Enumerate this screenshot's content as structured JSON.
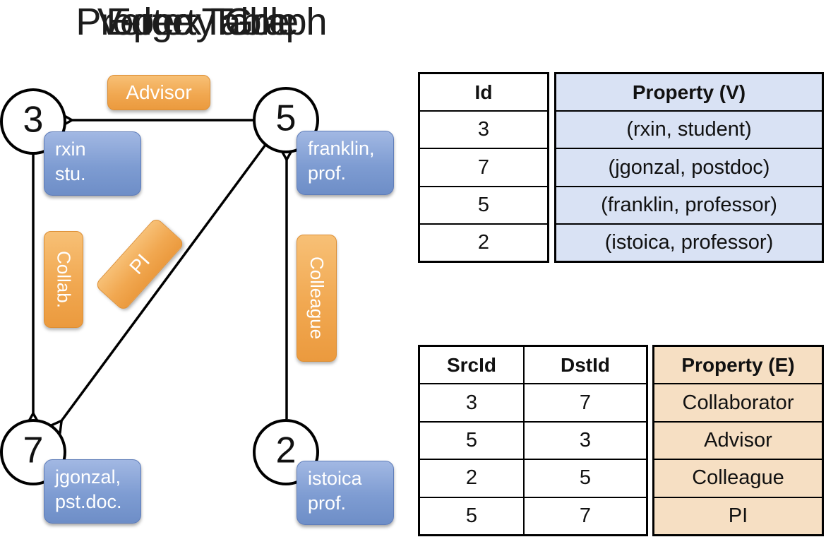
{
  "titles": {
    "graph": "Property Graph",
    "vertex_table": "Vertex Table",
    "edge_table": "Edge Table"
  },
  "graph": {
    "vertices": [
      {
        "id": "3",
        "prop_line1": "rxin",
        "prop_line2": "stu."
      },
      {
        "id": "5",
        "prop_line1": "franklin,",
        "prop_line2": "prof."
      },
      {
        "id": "7",
        "prop_line1": "jgonzal,",
        "prop_line2": "pst.doc."
      },
      {
        "id": "2",
        "prop_line1": "istoica",
        "prop_line2": "prof."
      }
    ],
    "edge_labels": {
      "advisor": "Advisor",
      "collab": "Collab.",
      "pi": "PI",
      "colleague": "Colleague"
    }
  },
  "vertex_table": {
    "headers": {
      "id": "Id",
      "property": "Property (V)"
    },
    "rows": [
      {
        "id": "3",
        "property": "(rxin, student)"
      },
      {
        "id": "7",
        "property": "(jgonzal, postdoc)"
      },
      {
        "id": "5",
        "property": "(franklin, professor)"
      },
      {
        "id": "2",
        "property": "(istoica, professor)"
      }
    ]
  },
  "edge_table": {
    "headers": {
      "src": "SrcId",
      "dst": "DstId",
      "property": "Property (E)"
    },
    "rows": [
      {
        "src": "3",
        "dst": "7",
        "property": "Collaborator"
      },
      {
        "src": "5",
        "dst": "3",
        "property": "Advisor"
      },
      {
        "src": "2",
        "dst": "5",
        "property": "Colleague"
      },
      {
        "src": "5",
        "dst": "7",
        "property": "PI"
      }
    ]
  },
  "colors": {
    "edge_label_bg": "#F0A64C",
    "vertex_prop_box_bg": "#7E9CD0",
    "vertex_table_property_bg": "#D9E2F4",
    "edge_table_property_bg": "#F6DFC3",
    "table_border": "#000000",
    "edge_line": "#000000",
    "label_text": "#FFFFFF"
  }
}
